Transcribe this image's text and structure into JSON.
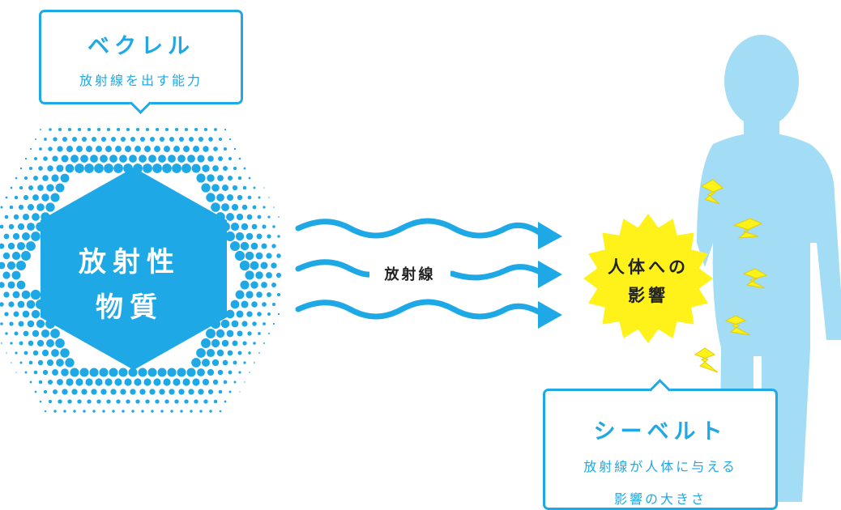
{
  "becquerel": {
    "title": "ベクレル",
    "description": "放射線を出す能力"
  },
  "substance": {
    "line1": "放射性",
    "line2": "物質"
  },
  "radiation": {
    "label": "放射線"
  },
  "effect": {
    "line1": "人体への",
    "line2": "影響"
  },
  "sievert": {
    "title": "シーベルト",
    "line1": "放射線が人体に与える",
    "line2": "影響の大きさ"
  },
  "colors": {
    "blue": "#1fa8e6",
    "light_blue": "#a3dcf5",
    "yellow": "#fff21a",
    "text_dark": "#222222",
    "white": "#ffffff"
  },
  "icons": [
    "halftone-hexagon",
    "wavy-arrow",
    "starburst",
    "lightning-bolt",
    "human-silhouette"
  ]
}
